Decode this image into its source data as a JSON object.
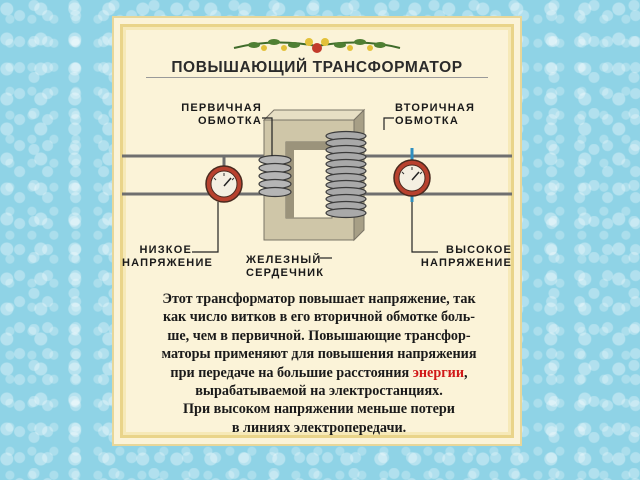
{
  "title": "ПОВЫШАЮЩИЙ ТРАНСФОРМАТОР",
  "labels": {
    "primary_line1": "ПЕРВИЧНАЯ",
    "primary_line2": "ОБМОТКА",
    "secondary_line1": "ВТОРИЧНАЯ",
    "secondary_line2": "ОБМОТКА",
    "low_line1": "НИЗКОЕ",
    "low_line2": "НАПРЯЖЕНИЕ",
    "core_line1": "ЖЕЛЕЗНЫЙ",
    "core_line2": "СЕРДЕЧНИК",
    "high_line1": "ВЫСОКОЕ",
    "high_line2": "НАПРЯЖЕНИЕ"
  },
  "description": {
    "line1": "Этот трансформатор повышает напряжение, так",
    "line2": "как число витков в его вторичной обмотке боль-",
    "line3": "ше, чем в первичной. Повышающие трансфор-",
    "line4": "маторы применяют для повышения напряжения",
    "line5_before": "при передаче на большие расстояния ",
    "line5_red": "энергии",
    "line5_after": ",",
    "line6": "вырабатываемой на электростанциях.",
    "line7": "При высоком напряжении меньше потери",
    "line8": "в линиях электропередачи."
  },
  "colors": {
    "card_bg": "#fbf3d8",
    "page_bg": "#8fd3e6",
    "accent_red": "#d01818",
    "core": "#cfc6a8",
    "coil": "#9a9a9a"
  }
}
